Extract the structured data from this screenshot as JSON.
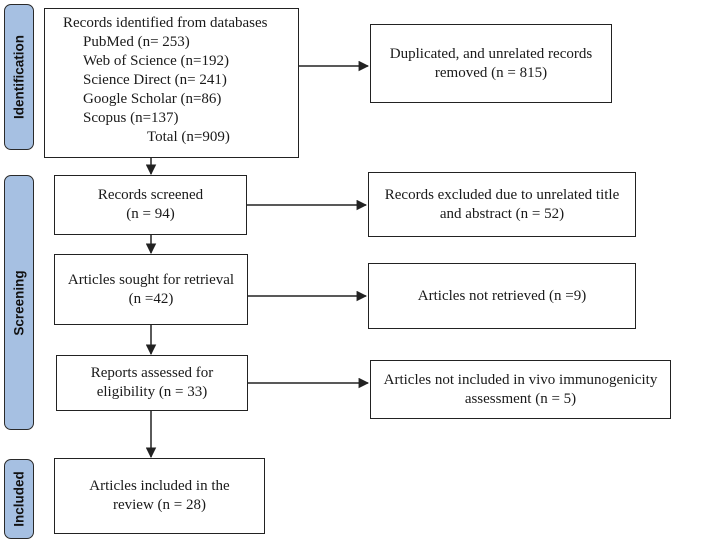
{
  "stages": {
    "identification": "Identification",
    "screening": "Screening",
    "included": "Included"
  },
  "identification_box": {
    "heading": "Records identified from databases",
    "sources": [
      "PubMed (n= 253)",
      "Web of Science (n=192)",
      "Science Direct (n= 241)",
      "Google Scholar (n=86)",
      "Scopus (n=137)"
    ],
    "total": "Total (n=909)"
  },
  "removed_box": {
    "line1": "Duplicated, and unrelated records",
    "line2": "removed (n = 815)"
  },
  "screened_box": {
    "line1": "Records screened",
    "line2": "(n = 94)"
  },
  "excluded_box": {
    "line1": "Records excluded due to unrelated title",
    "line2": "and abstract (n = 52)"
  },
  "retrieval_box": {
    "line1": "Articles sought for retrieval",
    "line2": "(n =42)"
  },
  "not_retrieved_box": {
    "line1": "Articles not retrieved (n =9)"
  },
  "eligibility_box": {
    "line1": "Reports assessed for",
    "line2": "eligibility (n = 33)"
  },
  "not_included_box": {
    "line1": "Articles not included in vivo immunogenicity",
    "line2": "assessment (n = 5)"
  },
  "included_box": {
    "line1": "Articles included in the",
    "line2": "review (n = 28)"
  }
}
